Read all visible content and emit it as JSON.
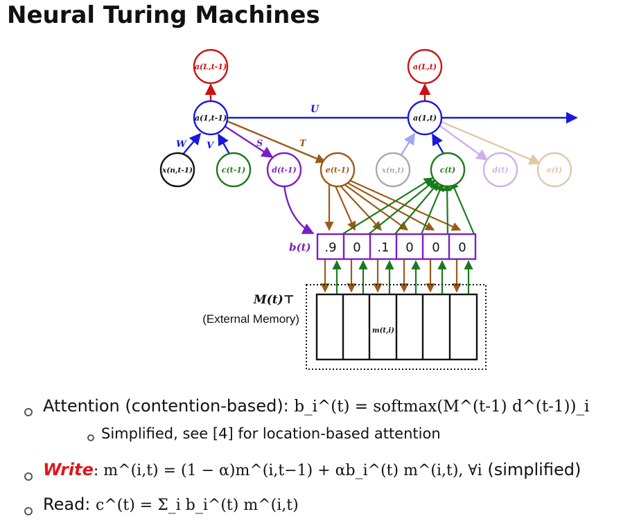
{
  "slide": {
    "title": "Neural Turing Machines"
  },
  "nodes": {
    "a_top_prev": "a(L,t-1)",
    "a_top_cur": "a(L,t)",
    "a_hid_prev": "a(1,t-1)",
    "a_hid_cur": "a(1,t)",
    "x_prev": "x(n,t-1)",
    "c_prev": "c(t-1)",
    "d_prev": "d(t-1)",
    "e_prev": "e(t-1)",
    "x_cur": "x(n,t)",
    "c_cur": "c(t)",
    "d_cur": "d(t)",
    "e_cur": "e(t)"
  },
  "edge_labels": {
    "U": "U",
    "W": "W",
    "V": "V",
    "S": "S",
    "T": "T"
  },
  "attention": {
    "label": "b(t)",
    "values": [
      ".9",
      "0",
      ".1",
      "0",
      "0",
      "0"
    ]
  },
  "memory": {
    "label": "M(t)⊤",
    "caption": "(External Memory)",
    "cell_label": "m(t,i)"
  },
  "bullets": {
    "b1": {
      "prefix": "Attention (contention-based):",
      "formula": "b_i^(t) = softmax(M^(t-1) d^(t-1))_i"
    },
    "b1_sub": {
      "text": "Simplified, see [4] for location-based attention"
    },
    "b2": {
      "emph": "Write",
      "formula": ": m^(i,t) = (1 − α)m^(i,t−1) + αb_i^(t) m^(i,t), ∀i",
      "suffix": "(simplified)"
    },
    "b3": {
      "prefix": "Read:",
      "formula": "c^(t) = Σ_i b_i^(t) m^(i,t)"
    }
  },
  "colors": {
    "blue": "#1818dd",
    "red": "#cc1111",
    "green": "#1a7a1a",
    "purple": "#7a1fc4",
    "brown": "#9b5a18",
    "faded_blue": "#a0a8ee",
    "faded_grey": "#aaaaaa",
    "faded_purple": "#cfb0ec",
    "faded_brown": "#e2c8a6",
    "write_red": "#e0161c"
  }
}
